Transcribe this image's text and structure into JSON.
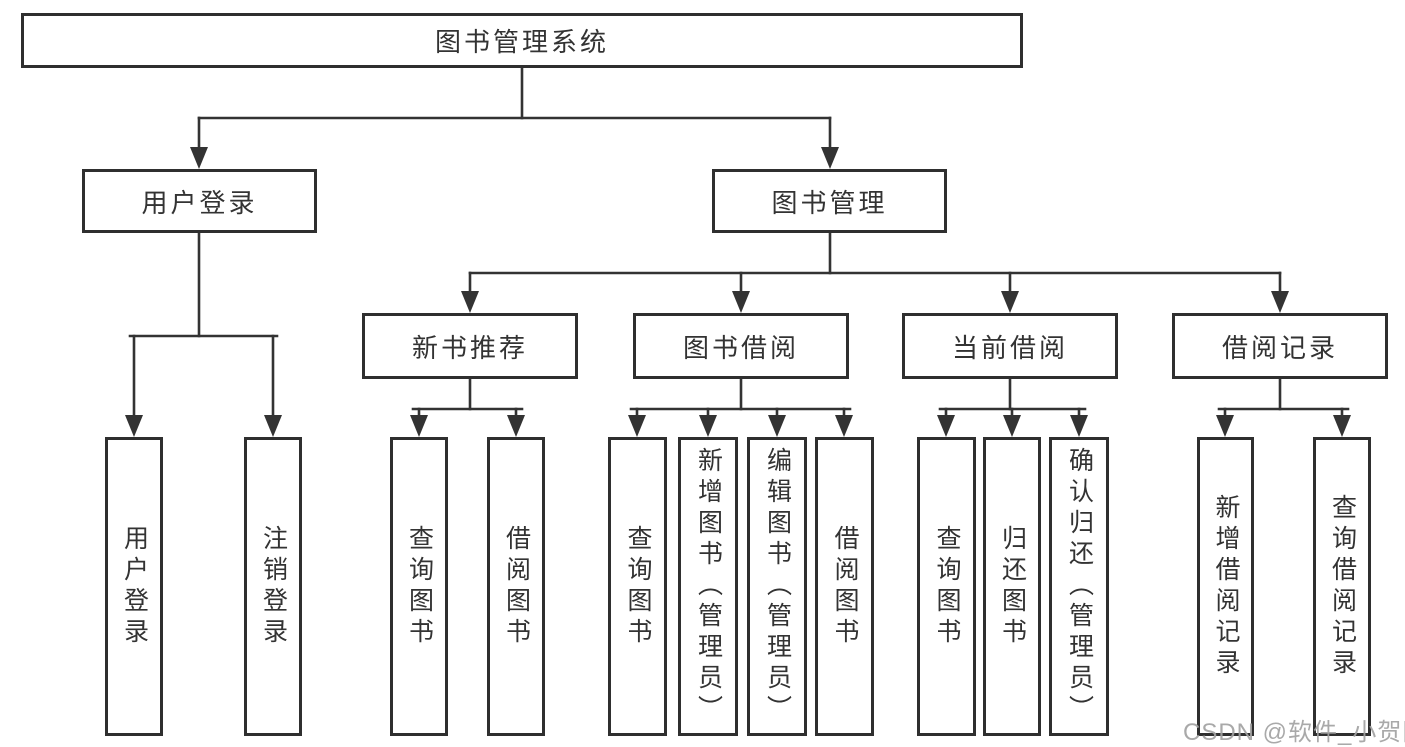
{
  "diagram": {
    "root": {
      "label": "图书管理系统"
    },
    "level2": [
      {
        "label": "用户登录"
      },
      {
        "label": "图书管理"
      }
    ],
    "level3": [
      {
        "label": "新书推荐",
        "parent": "图书管理"
      },
      {
        "label": "图书借阅",
        "parent": "图书管理"
      },
      {
        "label": "当前借阅",
        "parent": "图书管理"
      },
      {
        "label": "借阅记录",
        "parent": "图书管理"
      }
    ],
    "leaves": [
      {
        "label": "用户登录",
        "parent": "用户登录"
      },
      {
        "label": "注销登录",
        "parent": "用户登录"
      },
      {
        "label": "查询图书",
        "parent": "新书推荐"
      },
      {
        "label": "借阅图书",
        "parent": "新书推荐"
      },
      {
        "label": "查询图书",
        "parent": "图书借阅"
      },
      {
        "label": "新增图书（管理员）",
        "parent": "图书借阅"
      },
      {
        "label": "编辑图书（管理员）",
        "parent": "图书借阅"
      },
      {
        "label": "借阅图书",
        "parent": "图书借阅"
      },
      {
        "label": "查询图书",
        "parent": "当前借阅"
      },
      {
        "label": "归还图书",
        "parent": "当前借阅"
      },
      {
        "label": "确认归还（管理员）",
        "parent": "当前借阅"
      },
      {
        "label": "新增借阅记录",
        "parent": "借阅记录"
      },
      {
        "label": "查询借阅记录",
        "parent": "借阅记录"
      }
    ]
  },
  "watermark": "CSDN @软件_小贺同学",
  "colors": {
    "line": "#333333",
    "box_border": "#2f2f2f",
    "text": "#333333",
    "watermark": "#a2a2a2",
    "background": "#ffffff"
  }
}
